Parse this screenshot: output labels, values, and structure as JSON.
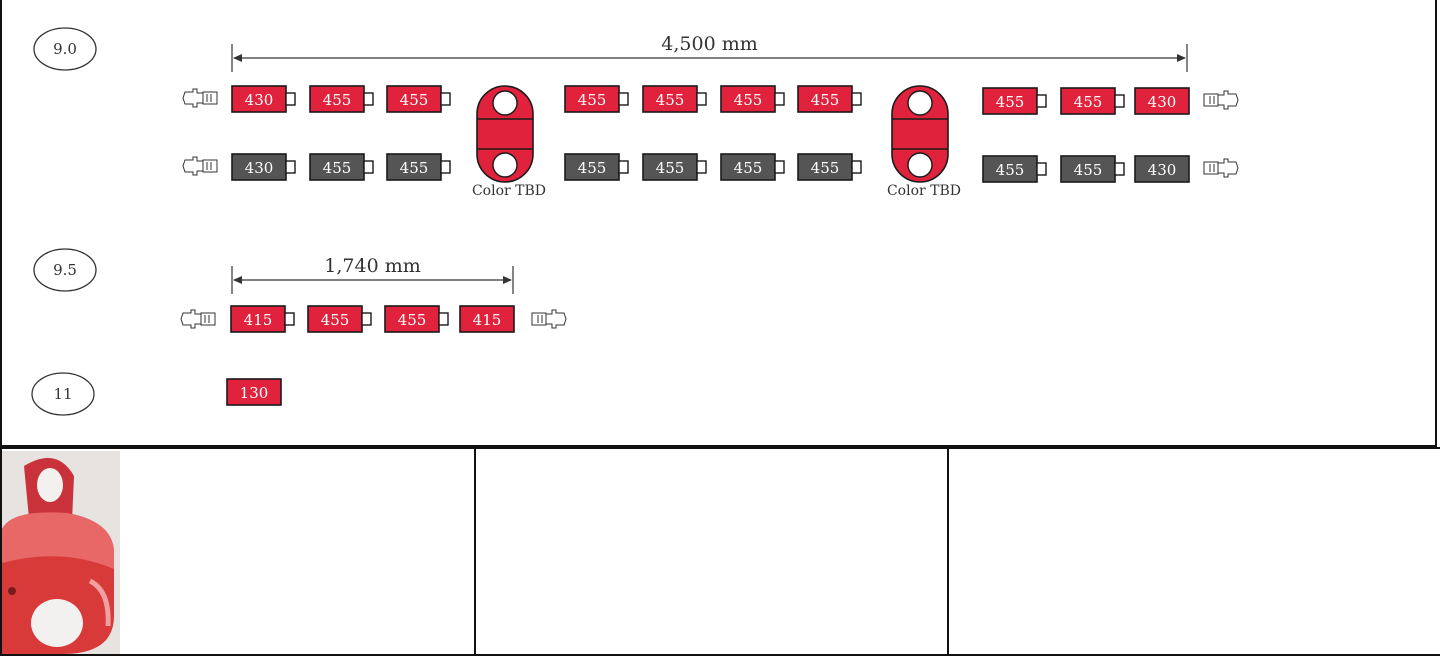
{
  "rows": [
    {
      "id": "row-9-0",
      "label": "9.0",
      "dimension": "4,500 mm",
      "strands": [
        {
          "finish": "red",
          "segments": [
            [
              "430",
              "455",
              "455"
            ],
            [
              "455",
              "455",
              "455",
              "455"
            ],
            [
              "455",
              "455",
              "430"
            ]
          ]
        },
        {
          "finish": "gray",
          "segments": [
            [
              "430",
              "455",
              "455"
            ],
            [
              "455",
              "455",
              "455",
              "455"
            ],
            [
              "455",
              "455",
              "430"
            ]
          ]
        }
      ],
      "connector_label": "Color TBD"
    },
    {
      "id": "row-9-5",
      "label": "9.5",
      "dimension": "1,740 mm",
      "strands": [
        {
          "finish": "red",
          "segments": [
            [
              "415",
              "455",
              "455",
              "415"
            ]
          ]
        }
      ]
    },
    {
      "id": "row-11",
      "label": "11",
      "pieces": [
        "130"
      ]
    }
  ],
  "colors": {
    "red": "#e0223c",
    "gray": "#555555",
    "outline": "#1a1a1a",
    "connector": "#e0223c",
    "photo_part": "#d83a3a"
  },
  "icons": {
    "end_fitting": "plug-end-icon",
    "coupling": "link-coupler-icon",
    "photo": "swivel-eye-part-photo"
  }
}
